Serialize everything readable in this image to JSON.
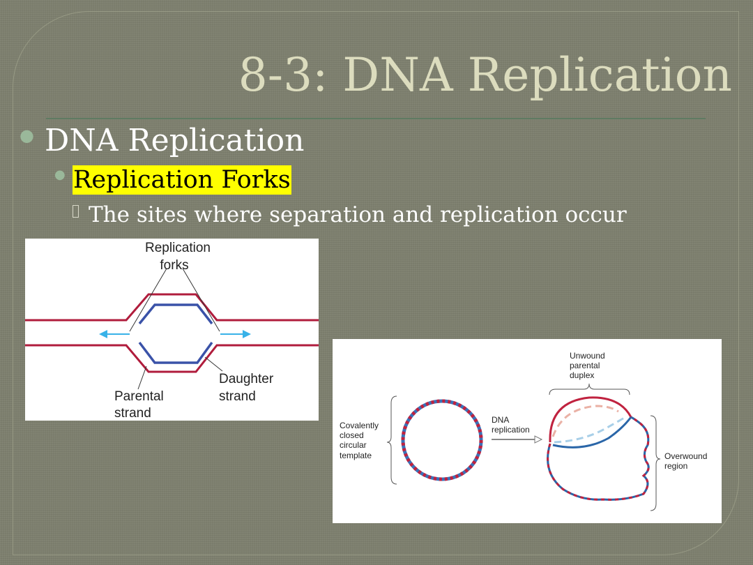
{
  "slide": {
    "title": "8-3:  DNA Replication",
    "bullets": {
      "level1": "DNA Replication",
      "level2": "Replication Forks",
      "level3": "The sites where separation and replication occur"
    }
  },
  "figure_forks": {
    "label_forks_line1": "Replication",
    "label_forks_line2": "forks",
    "label_daughter_line1": "Daughter",
    "label_daughter_line2": "strand",
    "label_parental_line1": "Parental",
    "label_parental_line2": "strand",
    "colors": {
      "parental": "#b01c3c",
      "daughter": "#3a52a8",
      "arrow": "#38b2e8"
    }
  },
  "figure_circular": {
    "template_line1": "Covalently",
    "template_line2": "closed",
    "template_line3": "circular",
    "template_line4": "template",
    "arrow_line1": "DNA",
    "arrow_line2": "replication",
    "unwound_line1": "Unwound",
    "unwound_line2": "parental",
    "unwound_line3": "duplex",
    "overwound_line1": "Overwound",
    "overwound_line2": "region"
  }
}
